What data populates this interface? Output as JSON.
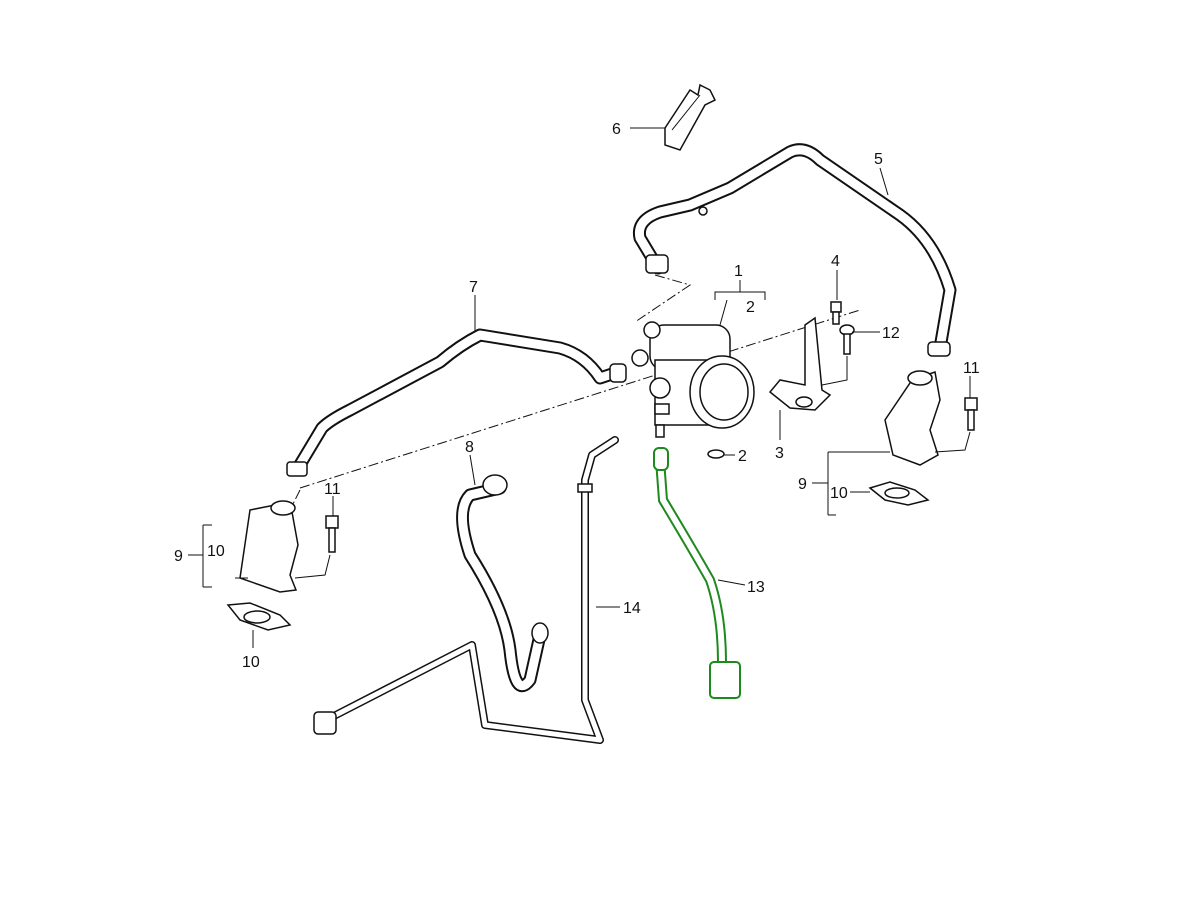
{
  "diagram": {
    "labels": {
      "p1": "1",
      "p2a": "2",
      "p2b": "2",
      "p3": "3",
      "p4": "4",
      "p5": "5",
      "p6": "6",
      "p7": "7",
      "p8": "8",
      "p9l": "9",
      "p9r": "9",
      "p10l_a": "10",
      "p10l_b": "10",
      "p10r": "10",
      "p11l": "11",
      "p11r": "11",
      "p12": "12",
      "p13": "13",
      "p14": "14"
    },
    "colors": {
      "highlight": "#1e8a1e",
      "line": "#111111"
    }
  }
}
